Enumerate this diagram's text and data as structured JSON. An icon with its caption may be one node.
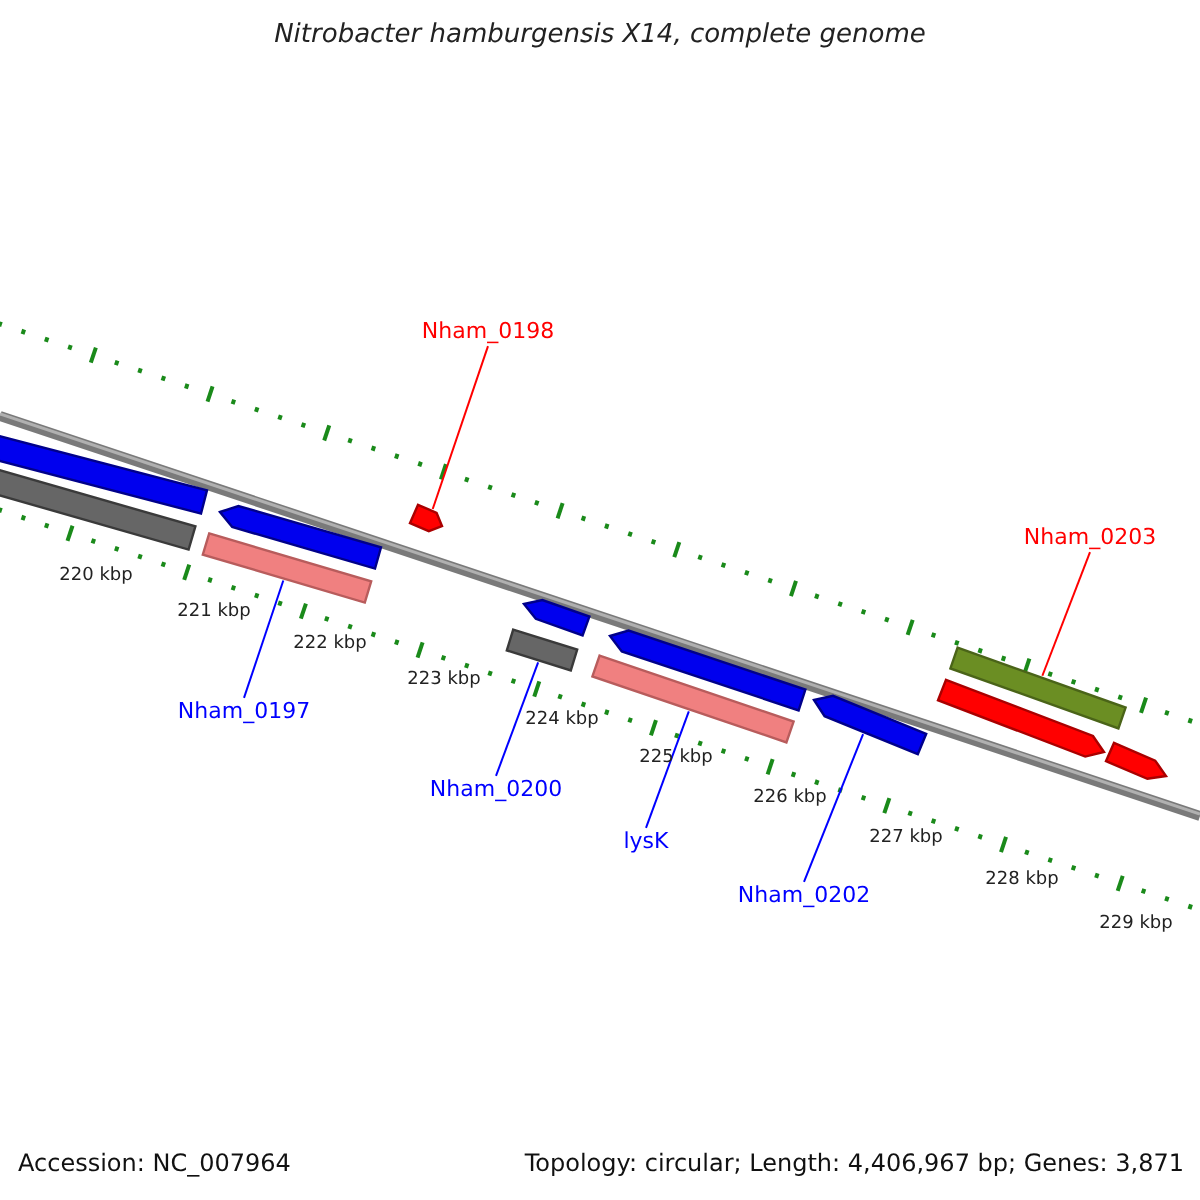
{
  "diagram": {
    "title": "Nitrobacter hamburgensis X14, complete genome",
    "nodes": [
      {
        "text": [
          "Nham_0198"
        ]
      },
      {
        "text": [],
        "shape": "bar"
      },
      {
        "text": [
          "Nham_0197"
        ]
      },
      {
        "text": [],
        "shape": "bar"
      },
      {
        "text": [
          "Nham_0200"
        ]
      },
      {
        "text": [],
        "shape": "bar"
      },
      {
        "text": [
          "lysK"
        ]
      },
      {
        "text": [],
        "shape": "bar"
      },
      {
        "text": [
          "Nham_0202"
        ]
      },
      {
        "text": [],
        "shape": "bar"
      },
      {
        "text": [
          "Nham_0203"
        ]
      },
      {
        "text": [],
        "shape": "bar"
      },
      {
        "text": [],
        "shape": "bar"
      },
      {
        "text": [],
        "shape": "bar"
      },
      {
        "text": [],
        "shape": "bar"
      },
      {
        "text": [],
        "shape": "bar"
      },
      {
        "text": [],
        "shape": "bar"
      },
      {
        "text": [],
        "shape": "bar"
      },
      {
        "text": [],
        "shape": "bar"
      }
    ],
    "edges": [
      {
        "from": 0,
        "to": 1,
        "arrow": "none",
        "color": "#ff0000"
      },
      {
        "from": 2,
        "to": 3,
        "arrow": "none"
      },
      {
        "from": 4,
        "to": 5,
        "arrow": "none"
      },
      {
        "from": 6,
        "to": 7,
        "arrow": "none"
      },
      {
        "from": 8,
        "to": 9,
        "arrow": "none"
      },
      {
        "from": 10,
        "to": 11,
        "arrow": "none",
        "color": "#ff0000"
      }
    ],
    "labels": [
      "220 kbp",
      "221 kbp",
      "222 kbp",
      "223 kbp",
      "224 kbp",
      "225 kbp",
      "226 kbp",
      "227 kbp",
      "228 kbp",
      "229 kbp",
      "Accession: NC_007964",
      "Topology: circular; Length: 4,406,967 bp; Genes: 3,871"
    ]
  }
}
